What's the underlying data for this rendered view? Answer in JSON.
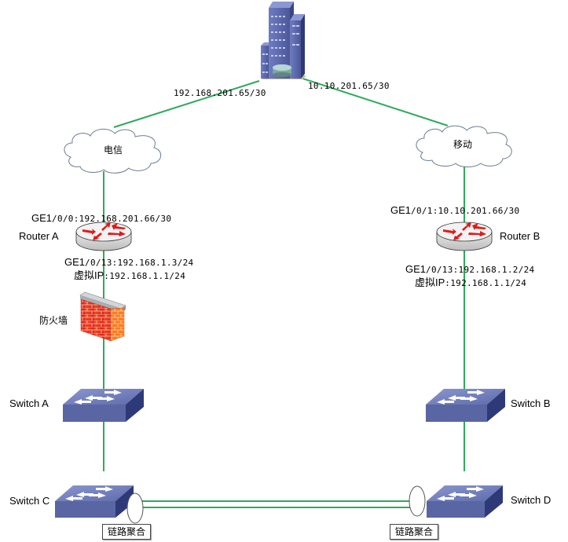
{
  "diagram": {
    "title": "",
    "colors": {
      "link": "#2eaa5c",
      "device_blue": "#5b6aa6",
      "router_arrow": "#e21b1b",
      "firewall_red": "#e3412a"
    },
    "nodes": {
      "hq": {
        "icon": "building-icon",
        "label": ""
      },
      "isp_telecom": {
        "icon": "cloud-icon",
        "label": "电信"
      },
      "isp_mobile": {
        "icon": "cloud-icon",
        "label": "移动"
      },
      "router_a": {
        "icon": "router-icon",
        "label": "Router  A"
      },
      "router_b": {
        "icon": "router-icon",
        "label": "Router  B"
      },
      "firewall": {
        "icon": "firewall-icon",
        "label": "防火墙"
      },
      "switch_a": {
        "icon": "switch-icon",
        "label": "Switch  A"
      },
      "switch_b": {
        "icon": "switch-icon",
        "label": "Switch  B"
      },
      "switch_c": {
        "icon": "switch-icon",
        "label": "Switch  C"
      },
      "switch_d": {
        "icon": "switch-icon",
        "label": "Switch  D"
      }
    },
    "addresses": {
      "hq_telecom": "192.168.201.65/30",
      "hq_mobile": "10.10.201.65/30",
      "router_a_wan_prefix": "GE1",
      "router_a_wan": "/0/0:192.168.201.66/30",
      "router_a_lan_prefix": "GE1",
      "router_a_lan": "/0/13:192.168.1.3/24",
      "router_a_vip_prefix": "虚拟IP",
      "router_a_vip": ":192.168.1.1/24",
      "router_b_wan_prefix": "GE1",
      "router_b_wan": "/0/1:10.10.201.66/30",
      "router_b_lan_prefix": "GE1",
      "router_b_lan": "/0/13:192.168.1.2/24",
      "router_b_vip_prefix": "虚拟IP",
      "router_b_vip": ":192.168.1.1/24"
    },
    "link_aggregation": {
      "left_label": "链路聚合",
      "right_label": "链路聚合"
    }
  }
}
